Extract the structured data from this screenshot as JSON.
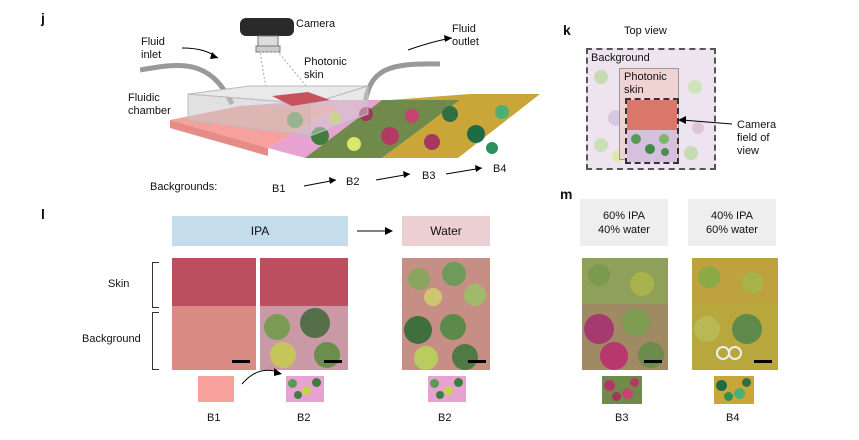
{
  "panels": {
    "j": "j",
    "k": "k",
    "l": "l",
    "m": "m"
  },
  "j": {
    "camera": "Camera",
    "fluid_inlet": "Fluid\ninlet",
    "fluid_outlet": "Fluid\noutlet",
    "photonic_skin": "Photonic\nskin",
    "fluidic_chamber": "Fluidic\nchamber",
    "backgrounds_label": "Backgrounds:",
    "b1": "B1",
    "b2": "B2",
    "b3": "B3",
    "b4": "B4"
  },
  "k": {
    "top_view": "Top view",
    "background": "Background",
    "photonic_skin": "Photonic\nskin",
    "camera_fov": "Camera\nfield of\nview"
  },
  "l": {
    "ipa": "IPA",
    "water": "Water",
    "skin": "Skin",
    "background": "Background",
    "b1": "B1",
    "b2a": "B2",
    "b2b": "B2"
  },
  "m": {
    "cond1": "60% IPA\n40% water",
    "cond2": "40% IPA\n60% water",
    "b3": "B3",
    "b4": "B4"
  },
  "colors": {
    "ipa_box": "#c5dcea",
    "water_box": "#eccfd1",
    "cond_box": "#eeeeee",
    "skin_red": "#c8525c",
    "b1": "#f6a19c",
    "b2": "#e7a2d2",
    "b3": "#6f8a4a",
    "b4": "#c9a637"
  }
}
